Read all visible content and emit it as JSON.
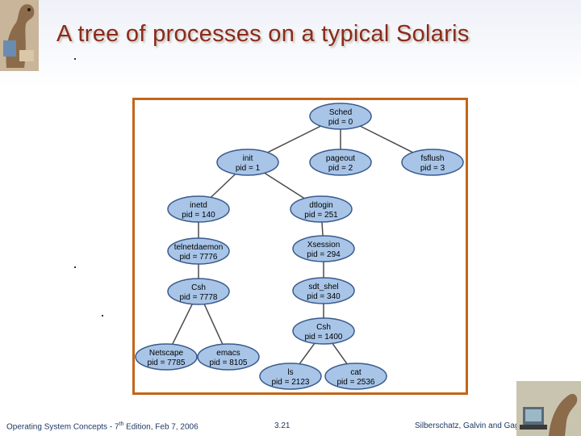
{
  "title": "A tree of processes on a typical Solaris",
  "colors": {
    "title": "#8a2a1c",
    "frame_border": "#c2661a",
    "node_fill": "#a8c5e8",
    "node_stroke": "#3a5a8c",
    "footer_text": "#203864"
  },
  "diagram": {
    "nodes": [
      {
        "id": "sched",
        "name": "Sched",
        "pid": "pid = 0"
      },
      {
        "id": "init",
        "name": "init",
        "pid": "pid = 1"
      },
      {
        "id": "pageout",
        "name": "pageout",
        "pid": "pid = 2"
      },
      {
        "id": "fsflush",
        "name": "fsflush",
        "pid": "pid = 3"
      },
      {
        "id": "inetd",
        "name": "inetd",
        "pid": "pid = 140"
      },
      {
        "id": "dtlogin",
        "name": "dtlogin",
        "pid": "pid = 251"
      },
      {
        "id": "telnetdaemon",
        "name": "telnetdaemon",
        "pid": "pid = 7776"
      },
      {
        "id": "xsession",
        "name": "Xsession",
        "pid": "pid = 294"
      },
      {
        "id": "csh1",
        "name": "Csh",
        "pid": "pid = 7778"
      },
      {
        "id": "sdtshel",
        "name": "sdt_shel",
        "pid": "pid = 340"
      },
      {
        "id": "csh2",
        "name": "Csh",
        "pid": "pid = 1400"
      },
      {
        "id": "netscape",
        "name": "Netscape",
        "pid": "pid = 7785"
      },
      {
        "id": "emacs",
        "name": "emacs",
        "pid": "pid = 8105"
      },
      {
        "id": "ls",
        "name": "ls",
        "pid": "pid = 2123"
      },
      {
        "id": "cat",
        "name": "cat",
        "pid": "pid = 2536"
      }
    ],
    "edges": [
      [
        "sched",
        "init"
      ],
      [
        "sched",
        "pageout"
      ],
      [
        "sched",
        "fsflush"
      ],
      [
        "init",
        "inetd"
      ],
      [
        "init",
        "dtlogin"
      ],
      [
        "inetd",
        "telnetdaemon"
      ],
      [
        "telnetdaemon",
        "csh1"
      ],
      [
        "csh1",
        "netscape"
      ],
      [
        "csh1",
        "emacs"
      ],
      [
        "dtlogin",
        "xsession"
      ],
      [
        "xsession",
        "sdtshel"
      ],
      [
        "sdtshel",
        "csh2"
      ],
      [
        "csh2",
        "ls"
      ],
      [
        "csh2",
        "cat"
      ]
    ]
  },
  "footer": {
    "left_prefix": "Operating System Concepts - 7",
    "left_sup": "th",
    "left_suffix": " Edition, Feb 7, 2006",
    "center": "3.21",
    "right": "Silberschatz, Galvin and Gagne ©2005"
  }
}
